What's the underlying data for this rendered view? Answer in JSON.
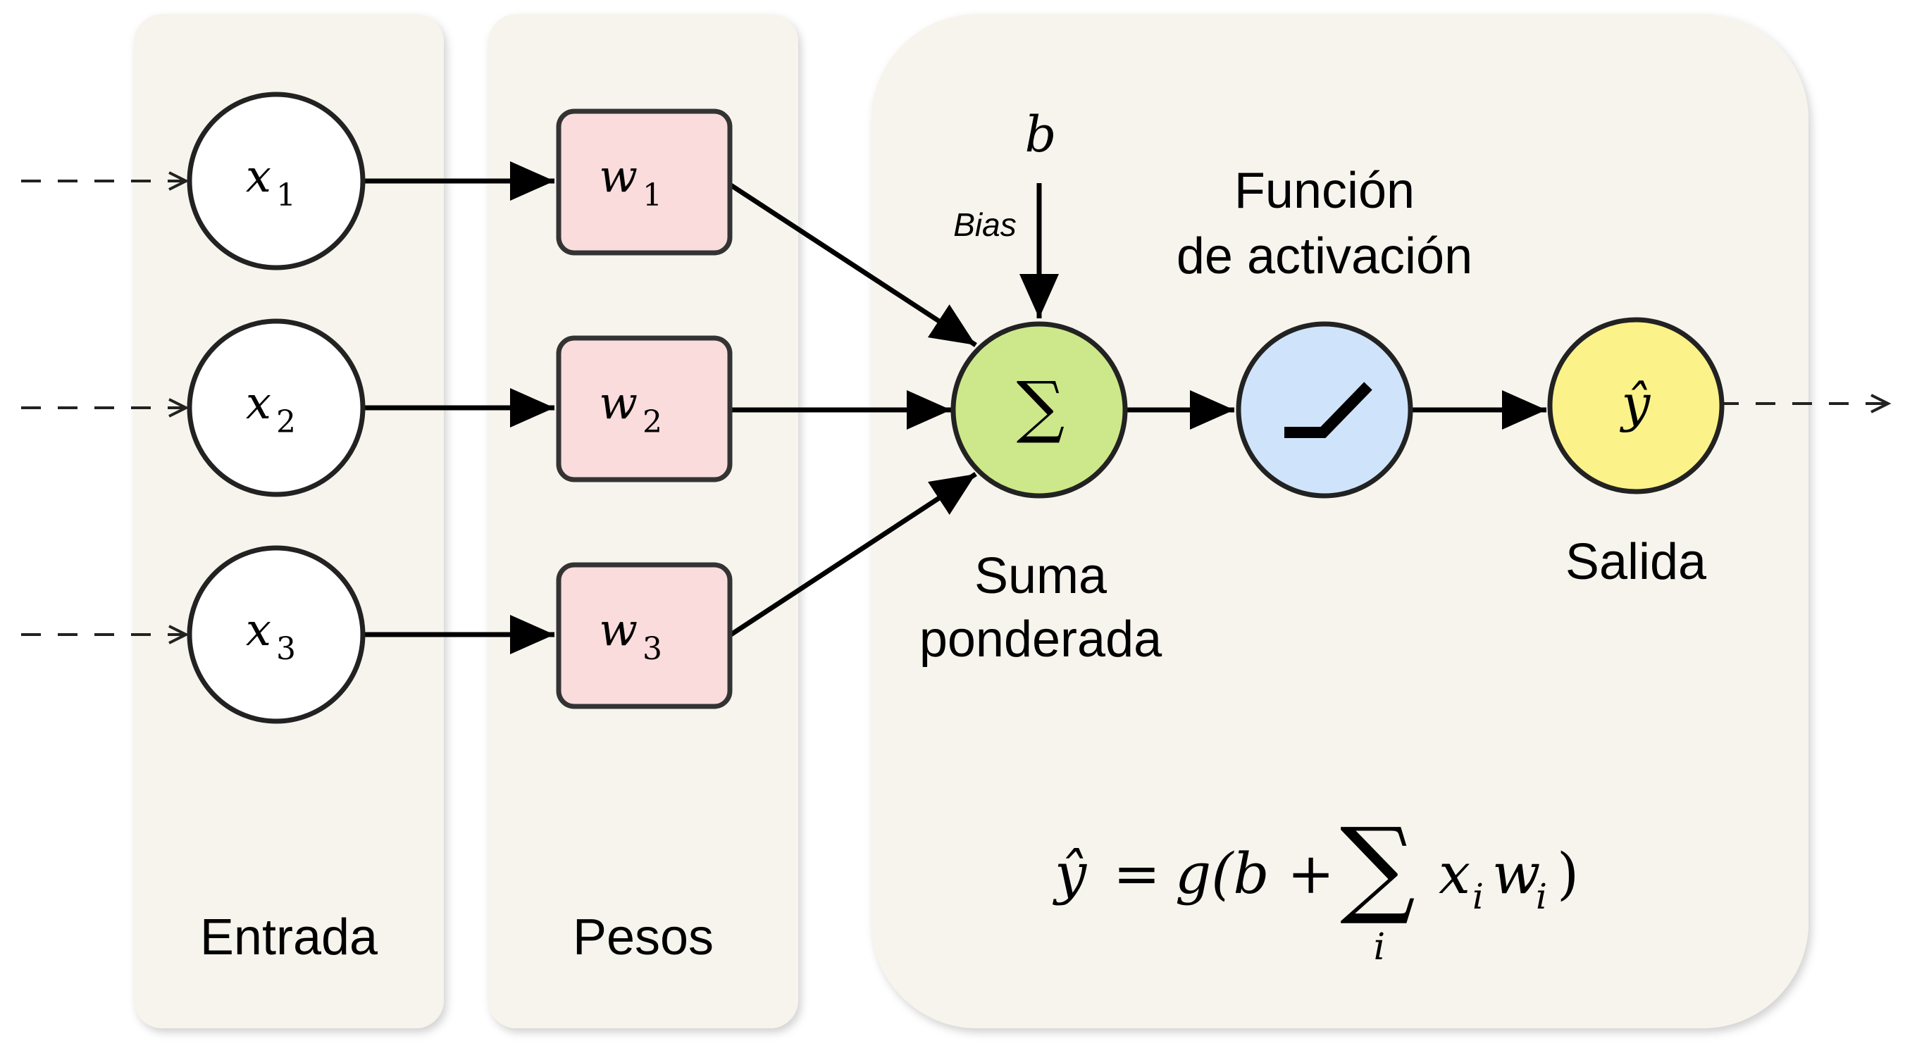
{
  "panels": {
    "entrada": "Entrada",
    "pesos": "Pesos"
  },
  "inputs": [
    {
      "symbol": "x",
      "sub": "1"
    },
    {
      "symbol": "x",
      "sub": "2"
    },
    {
      "symbol": "x",
      "sub": "3"
    }
  ],
  "weights": [
    {
      "symbol": "w",
      "sub": "1"
    },
    {
      "symbol": "w",
      "sub": "2"
    },
    {
      "symbol": "w",
      "sub": "3"
    }
  ],
  "bias": {
    "symbol": "b",
    "label": "Bias"
  },
  "sum_node": {
    "symbol": "∑",
    "label_line1": "Suma",
    "label_line2": "ponderada"
  },
  "activation": {
    "label_line1": "Función",
    "label_line2": "de activación",
    "icon": "relu-icon"
  },
  "output": {
    "symbol": "ŷ",
    "label": "Salida"
  },
  "formula": {
    "lhs": "ŷ",
    "equals": "=",
    "g_open": "g(b +",
    "sigma": "∑",
    "index": "i",
    "term_x": "x",
    "term_x_sub": "i",
    "term_w": "w",
    "term_w_sub": "i",
    "close": ")"
  },
  "colors": {
    "panel_bg": "#f6f4ec",
    "input_fill": "#ffffff",
    "weight_fill": "#fadcdc",
    "sum_fill": "#cde88a",
    "activation_fill": "#cfe4fb",
    "output_fill": "#fbf28a",
    "stroke": "#222222"
  }
}
